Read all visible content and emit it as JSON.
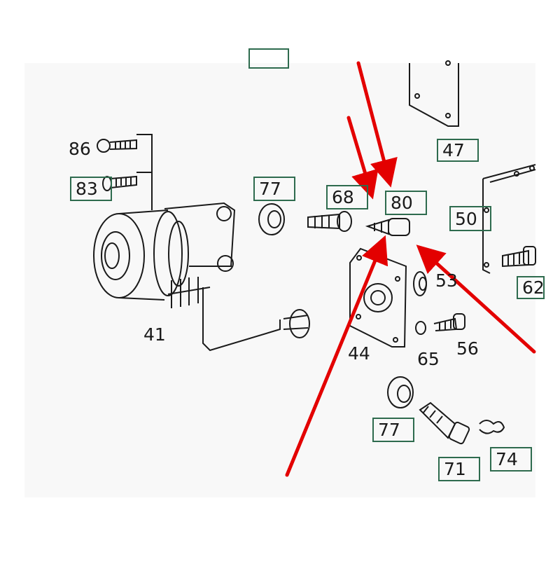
{
  "diagram": {
    "labels": {
      "l86": "86",
      "l83": "83",
      "l41": "41",
      "l77a": "77",
      "l68": "68",
      "l80": "80",
      "l47": "47",
      "l50": "50",
      "l62": "62",
      "l53": "53",
      "l44": "44",
      "l65": "65",
      "l56": "56",
      "l77b": "77",
      "l71": "71",
      "l74": "74"
    },
    "colors": {
      "background": "#ffffff",
      "panel": "#f8f8f8",
      "line": "#1a1a1a",
      "box": "#2e6b4e",
      "arrow": "#e30000"
    }
  }
}
